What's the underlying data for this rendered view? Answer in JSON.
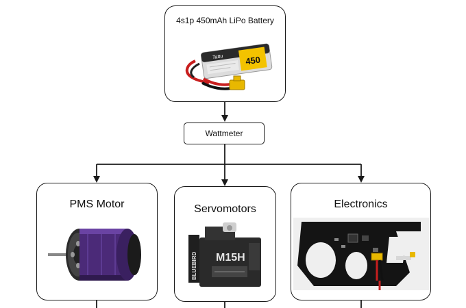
{
  "battery": {
    "title": "4s1p 450mAh LiPo Battery",
    "label_text": "450",
    "brand_text": "Tattu"
  },
  "wattmeter": {
    "label": "Wattmeter"
  },
  "motor": {
    "title": "PMS Motor"
  },
  "servo": {
    "title": "Servomotors",
    "brand_text": "BLUEBIRD",
    "model_text": "M15H"
  },
  "electronics": {
    "title": "Electronics"
  },
  "colors": {
    "line": "#1a1a1a",
    "battery_yellow": "#f3c300",
    "motor_purple": "#4b2a78",
    "pcb_black": "#141414",
    "connector_yellow": "#e8b800",
    "wire_red": "#c81e1e"
  },
  "icons": [
    "lipo-battery-image",
    "pms-motor-image",
    "servomotor-image",
    "electronics-pcb-image"
  ]
}
